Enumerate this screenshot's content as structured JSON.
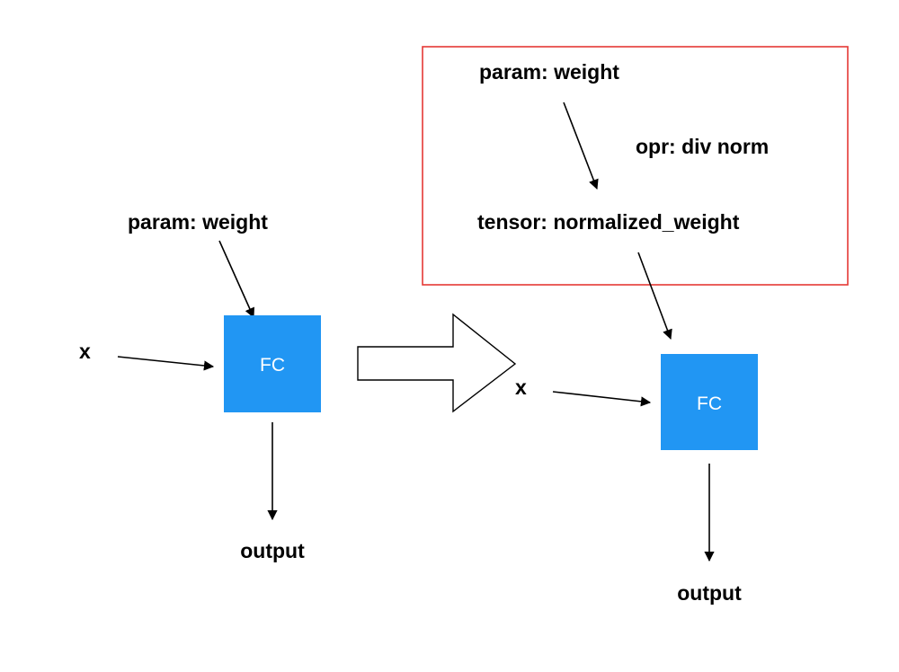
{
  "colors": {
    "fc_fill": "#2196F3",
    "highlight_border": "#E53935",
    "text": "#000000",
    "arrow": "#000000"
  },
  "before": {
    "param_label": "param: weight",
    "input_label": "x",
    "fc_label": "FC",
    "output_label": "output"
  },
  "after": {
    "param_label": "param: weight",
    "operation_label": "opr: div norm",
    "tensor_label": "tensor: normalized_weight",
    "input_label": "x",
    "fc_label": "FC",
    "output_label": "output"
  }
}
